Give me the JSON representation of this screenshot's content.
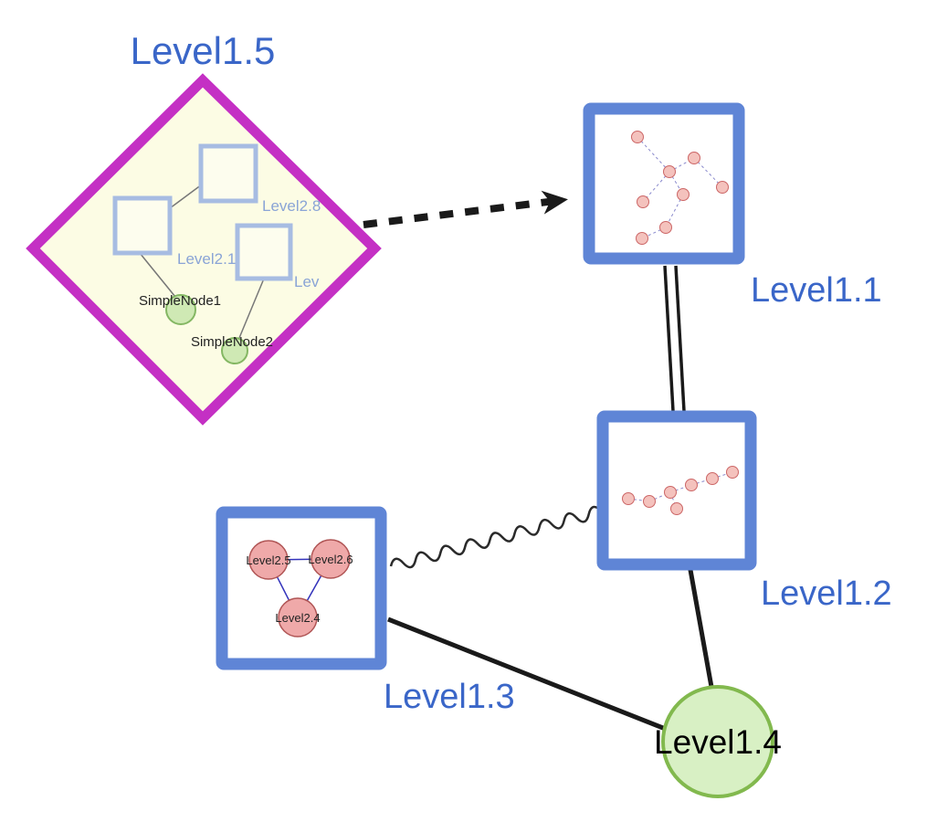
{
  "diagram": {
    "type": "nested-graph",
    "background": "#ffffff",
    "colors": {
      "group_border": "#c430c4",
      "group_fill": "#fcfce4",
      "square_node_border": "#5f85d6",
      "inner_square_border": "#a7bce2",
      "green_node_fill": "#d8f0c4",
      "green_node_border": "#82b94e",
      "small_green_fill": "#cfe9b4",
      "small_green_border": "#84b763",
      "pink_node_fill": "#f4c2bd",
      "pink_node_border": "#cc6666",
      "label_blue": "#3a66c8",
      "edge_black": "#1a1a1a",
      "inner_edge_blue": "#8888cc"
    },
    "group_node": {
      "label": "Level1.5",
      "shape": "diamond",
      "children": {
        "squares": [
          {
            "label": "Level2.8"
          },
          {
            "label": "Level2.1"
          },
          {
            "label": "Lev"
          }
        ],
        "circles": [
          {
            "label": "SimpleNode1"
          },
          {
            "label": "SimpleNode2"
          }
        ]
      }
    },
    "nodes": [
      {
        "label": "Level1.1",
        "shape": "square",
        "content": "inner-graph"
      },
      {
        "label": "Level1.2",
        "shape": "square",
        "content": "inner-graph"
      },
      {
        "label": "Level1.3",
        "shape": "square",
        "children": [
          {
            "label": "Level2.5"
          },
          {
            "label": "Level2.6"
          },
          {
            "label": "Level2.4"
          }
        ]
      },
      {
        "label": "Level1.4",
        "shape": "circle"
      }
    ],
    "edges": [
      {
        "from": "Level1.5",
        "to": "Level1.1",
        "style": "thick-dashed-arrow"
      },
      {
        "from": "Level1.1",
        "to": "Level1.2",
        "style": "double-line"
      },
      {
        "from": "Level1.3",
        "to": "Level1.2",
        "style": "wavy"
      },
      {
        "from": "Level1.3",
        "to": "Level1.4",
        "style": "solid"
      },
      {
        "from": "Level1.2",
        "to": "Level1.4",
        "style": "solid"
      }
    ]
  }
}
